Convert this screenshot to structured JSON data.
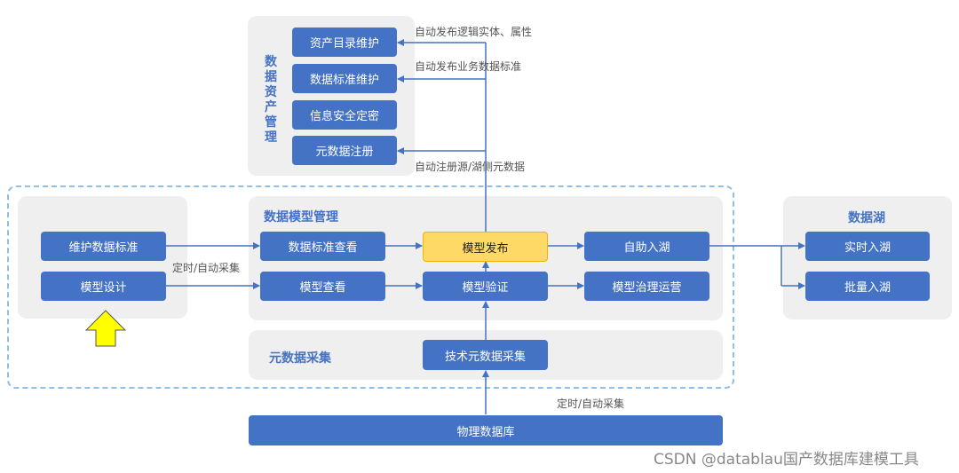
{
  "asset_mgmt": {
    "title": "数据资产管理",
    "items": [
      "资产目录维护",
      "数据标准维护",
      "信息安全定密",
      "元数据注册"
    ]
  },
  "modeling": {
    "items": [
      "维护数据标准",
      "模型设计"
    ]
  },
  "model_mgmt": {
    "title": "数据模型管理",
    "std_view": "数据标准查看",
    "model_view": "模型查看",
    "publish": "模型发布",
    "verify": "模型验证",
    "self_lake": "自助入湖",
    "governance": "模型治理运营"
  },
  "meta_collect": {
    "title": "元数据采集",
    "tech": "技术元数据采集"
  },
  "lake": {
    "title": "数据湖",
    "realtime": "实时入湖",
    "batch": "批量入湖"
  },
  "physical_db": "物理数据库",
  "labels": {
    "publish_entity": "自动发布逻辑实体、属性",
    "publish_std": "自动发布业务数据标准",
    "register": "自动注册源/湖侧元数据",
    "timed_collect": "定时/自动采集",
    "timed_collect_bottom": "定时/自动采集"
  },
  "watermark": "CSDN @datablau国产数据库建模工具",
  "colors": {
    "box": "#4472c4",
    "highlight": "#ffd966",
    "arrow": "#ffff00",
    "panel": "#efefef",
    "dashed": "#8fbfe6"
  }
}
